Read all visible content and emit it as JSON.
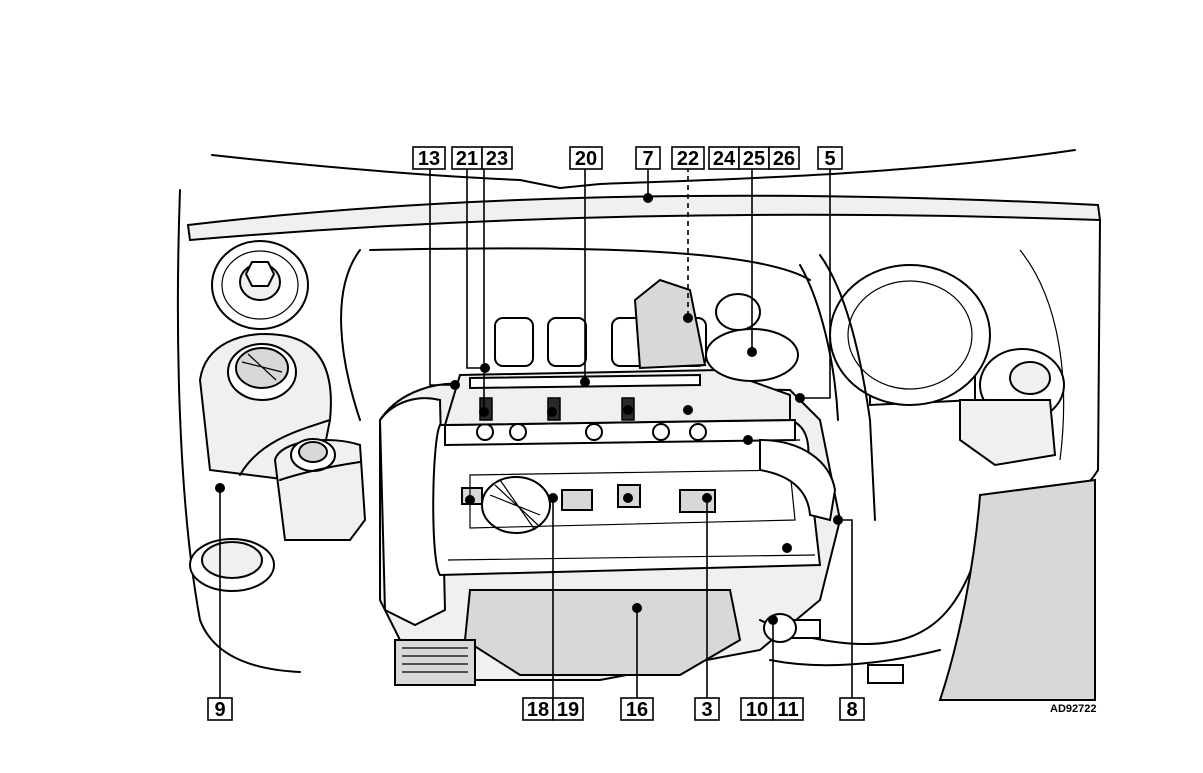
{
  "diagram": {
    "reference_code": "AD92722",
    "callouts_top": [
      "13",
      "21",
      "23",
      "20",
      "7",
      "22",
      "24",
      "25",
      "26",
      "5"
    ],
    "callouts_bottom": [
      "9",
      "18",
      "19",
      "16",
      "3",
      "10",
      "11",
      "8"
    ]
  }
}
